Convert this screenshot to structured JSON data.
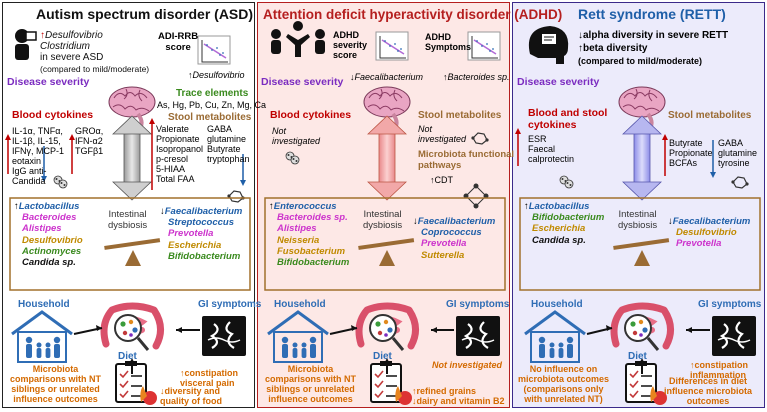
{
  "colors": {
    "asd_bg": "#ffffff",
    "adhd_bg": "#fde8e6",
    "rett_bg": "#ecebfb",
    "severity": "#7b2cc0",
    "cytokines": "#c00000",
    "trace": "#3a8a1e",
    "stool": "#9a6b34",
    "dysbiosis_box": "#a2712c",
    "increase": "#c00000",
    "decrease": "#1f5fa8",
    "household": "#2f6db5",
    "outcome": "#d46a00"
  },
  "asd": {
    "title": "Autism spectrum disorder (ASD)",
    "severity_label": "Disease severity",
    "severe_finding": {
      "arrow": "↑",
      "bug1": "Desulfovibrio",
      "bug2": "Clostridium",
      "line3": "in severe ASD",
      "line4": "(compared to mild/moderate)"
    },
    "adi_label": "ADI-RRB\nscore",
    "adi_finding": "↑Desulfovibrio",
    "blood_title": "Blood cytokines",
    "cyto_col1": "IL-1α, TNFα,\nIL-1β, IL-15,\nIFNγ, MCP-1\neotaxin\nIgG anti-\nCandida",
    "cyto_col2": "GROα,\nIFN-α2\nTGFβ1",
    "trace_title": "Trace elements",
    "trace_list": "As, Hg, Pb, Cu, Zn, Mg, Ca",
    "stool_title": "Stool metabolites",
    "stool_col1": "Valerate\nPropionate\nIsopropanol\np-cresol\n5-HIAA\nTotal FAA",
    "stool_col2": "GABA\nglutamine\nButyrate\ntryptophan",
    "up_bugs": [
      {
        "name": "Lactobacillus",
        "color": "#1f5fa8"
      },
      {
        "name": "Bacteroides",
        "color": "#cc33cc"
      },
      {
        "name": "Alistipes",
        "color": "#cc33cc"
      },
      {
        "name": "Desulfovibrio",
        "color": "#c08a00"
      },
      {
        "name": "Actinomyces",
        "color": "#3a8a1e"
      },
      {
        "name": "Candida sp.",
        "color": "#111111"
      }
    ],
    "down_bugs": [
      {
        "name": "Faecalibacterium",
        "color": "#1f5fa8"
      },
      {
        "name": "Streptococcus",
        "color": "#1f5fa8"
      },
      {
        "name": "Prevotella",
        "color": "#cc33cc"
      },
      {
        "name": "Escherichia",
        "color": "#c08a00"
      },
      {
        "name": "Bifidobacterium",
        "color": "#3a8a1e"
      }
    ],
    "dysbiosis_label": "Intestinal\ndysbiosis",
    "household_label": "Household",
    "gi_label": "GI symptoms",
    "diet_label": "Diet",
    "household_outcome": "Microbiota\ncomparisons with NT\nsiblings or unrelated\ninfluence outcomes",
    "gi_outcome": "↑constipation\nvisceral pain",
    "diet_outcome": "↓diversity and\nquality of food"
  },
  "adhd": {
    "title": "Attention deficit hyperactivity disorder (ADHD)",
    "severity_label": "Disease severity",
    "severity_score_label": "ADHD\nseverity\nscore",
    "severity_finding": "↓Faecalibacterium",
    "symptoms_label": "ADHD\nSymptoms",
    "symptoms_finding": "↑Bacteroides sp.",
    "blood_title": "Blood cytokines",
    "blood_note": "Not\ninvestigated",
    "stool_title": "Stool metabolites",
    "stool_note": "Not\ninvestigated",
    "pathways_title": "Microbiota functional\npathways",
    "pathways_finding": "↑CDT",
    "up_bugs": [
      {
        "name": "Enterococcus",
        "color": "#1f5fa8"
      },
      {
        "name": "Bacteroides sp.",
        "color": "#cc33cc"
      },
      {
        "name": "Alistipes",
        "color": "#cc33cc"
      },
      {
        "name": "Neisseria",
        "color": "#c08a00"
      },
      {
        "name": "Fusobacterium",
        "color": "#c08a00"
      },
      {
        "name": "Bifidobacterium",
        "color": "#3a8a1e"
      }
    ],
    "down_bugs": [
      {
        "name": "Faecalibacterium",
        "color": "#1f5fa8"
      },
      {
        "name": "Coprococcus",
        "color": "#1f5fa8"
      },
      {
        "name": "Prevotella",
        "color": "#cc33cc"
      },
      {
        "name": "Sutterella",
        "color": "#c08a00"
      }
    ],
    "dysbiosis_label": "Intestinal\ndysbiosis",
    "household_label": "Household",
    "gi_label": "GI symptoms",
    "diet_label": "Diet",
    "household_outcome": "Microbiota\ncomparisons with NT\nsiblings or unrelated\ninfluence outcomes",
    "gi_outcome": "Not investigated",
    "diet_outcome": "↑refined grains\n↓dairy and vitamin B2"
  },
  "rett": {
    "title": "Rett syndrome (RETT)",
    "severity_label": "Disease severity",
    "finding_line1": "↓alpha diversity  in severe RETT",
    "finding_line2": "↑beta diversity",
    "finding_line3": "(compared to mild/moderate)",
    "blood_title": "Blood and stool\ncytokines",
    "blood_list": "ESR\nFaecal\ncalprotectin",
    "stool_title": "Stool metabolites",
    "stool_col1": "Butyrate\nPropionate\nBCFAs",
    "stool_col2": "GABA\nglutamine\ntyrosine",
    "up_bugs": [
      {
        "name": "Lactobacillus",
        "color": "#1f5fa8"
      },
      {
        "name": "Bifidobacterium",
        "color": "#3a8a1e"
      },
      {
        "name": "Escherichia",
        "color": "#c08a00"
      },
      {
        "name": "Candida sp.",
        "color": "#111111"
      }
    ],
    "down_bugs": [
      {
        "name": "Faecalibacterium",
        "color": "#1f5fa8"
      },
      {
        "name": "Desulfovibrio",
        "color": "#c08a00"
      },
      {
        "name": "Prevotella",
        "color": "#cc33cc"
      }
    ],
    "dysbiosis_label": "Intestinal\ndysbiosis",
    "household_label": "Household",
    "gi_label": "GI symptoms",
    "diet_label": "Diet",
    "household_outcome": "No influence on\nmicrobiota outcomes\n(comparisons only\nwith unrelated NT)",
    "gi_outcome": "↑constipation\ninflammation",
    "diet_outcome": "Differences in diet\ninfluence microbiota\noutcomes"
  }
}
